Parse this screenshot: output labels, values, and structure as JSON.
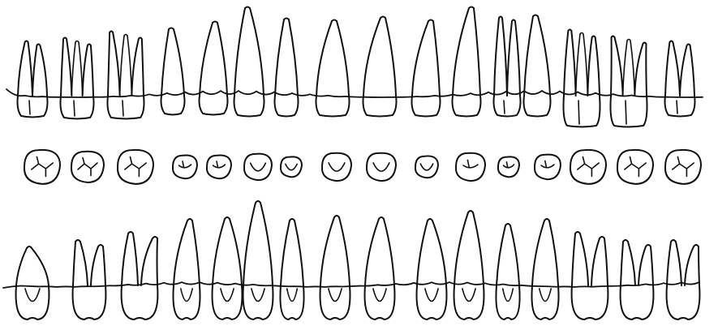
{
  "figure": {
    "subject": "dental-chart",
    "line_color": "#111111",
    "background_color": "#ffffff"
  },
  "rows": [
    {
      "name": "upper-teeth-lateral",
      "tooth_count": 16
    },
    {
      "name": "occlusal-surfaces",
      "tooth_count": 16
    },
    {
      "name": "lower-teeth-lateral",
      "tooth_count": 16
    }
  ]
}
